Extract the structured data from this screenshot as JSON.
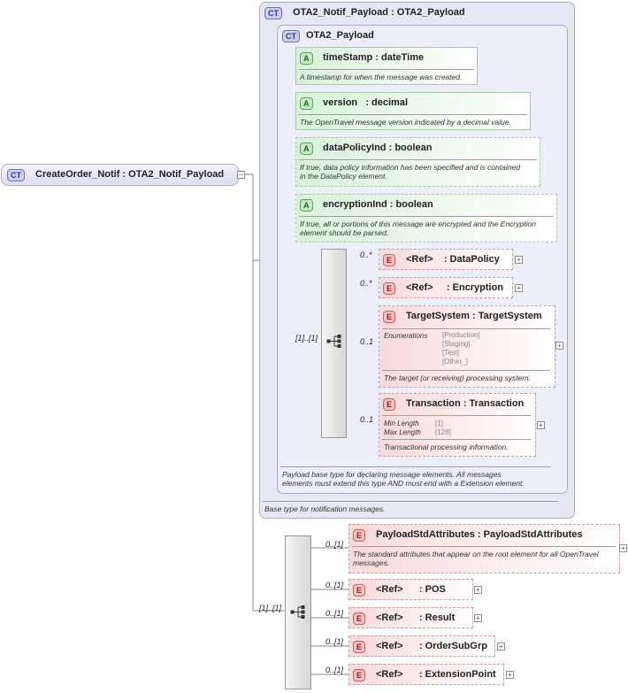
{
  "root": {
    "badge": "CT",
    "name": "CreateOrder_Notif",
    "sep": ":",
    "type": "OTA2_Notif_Payload"
  },
  "outer": {
    "badge": "CT",
    "name": "OTA2_Notif_Payload",
    "sep": ":",
    "type": "OTA2_Payload",
    "doc": "Base type for notification messages."
  },
  "inner": {
    "badge": "CT",
    "name": "OTA2_Payload",
    "doc_l1": "Payload base type for declaring message elements. All messages",
    "doc_l2": "elements must extend this type AND must end with a Extension element.",
    "seq_card": "[1]..[1]"
  },
  "attributes": [
    {
      "badge": "A",
      "name": "timeStamp",
      "sep": ":",
      "type": "dateTime",
      "doc_l1": "A timestamp for when the message was created.",
      "doc_l2": ""
    },
    {
      "badge": "A",
      "name": "version",
      "sep": ":",
      "type": "decimal",
      "doc_l1": "The OpenTravel message version indicated by a decimal value.",
      "doc_l2": ""
    },
    {
      "badge": "A",
      "name": "dataPolicyInd",
      "sep": ":",
      "type": "boolean",
      "doc_l1": "If true, data policy information has been specified and is contained",
      "doc_l2": "in the DataPolicy element."
    },
    {
      "badge": "A",
      "name": "encryptionInd",
      "sep": ":",
      "type": "boolean",
      "doc_l1": "If true, all or portions of this message are encrypted and the Encryption",
      "doc_l2": "element should be parsed."
    }
  ],
  "inner_elements": {
    "dataPolicy": {
      "badge": "E",
      "ref": "<Ref>",
      "sep": ":",
      "name": "DataPolicy",
      "card": "0..*"
    },
    "encryption": {
      "badge": "E",
      "ref": "<Ref>",
      "sep": ":",
      "name": "Encryption",
      "card": "0..*"
    },
    "targetSystem": {
      "badge": "E",
      "name": "TargetSystem",
      "sep": ":",
      "type": "TargetSystem",
      "card": "0..1",
      "enum_label": "Enumerations",
      "enums": [
        "[Production]",
        "[Staging]",
        "[Test]",
        "[Other_]"
      ],
      "doc": "The target (or receiving) processing system."
    },
    "transaction": {
      "badge": "E",
      "name": "Transaction",
      "sep": ":",
      "type": "Transaction",
      "card": "0..1",
      "min_label": "Min Length",
      "min_val": "[1]",
      "max_label": "Max Length",
      "max_val": "[128]",
      "doc": "Transactional processing information."
    }
  },
  "outer_seq": {
    "card": "[1]..[1]",
    "payloadStd": {
      "badge": "E",
      "name": "PayloadStdAttributes",
      "sep": ":",
      "type": "PayloadStdAttributes",
      "card": "0..[1]",
      "doc_l1": "The standard attributes that appear on the root element for all OpenTravel",
      "doc_l2": "messages."
    },
    "refs": [
      {
        "badge": "E",
        "ref": "<Ref>",
        "sep": ":",
        "name": "POS",
        "card": "0..[1]"
      },
      {
        "badge": "E",
        "ref": "<Ref>",
        "sep": ":",
        "name": "Result",
        "card": "0..[1]"
      },
      {
        "badge": "E",
        "ref": "<Ref>",
        "sep": ":",
        "name": "OrderSubGrp",
        "card": "0..[1]"
      },
      {
        "badge": "E",
        "ref": "<Ref>",
        "sep": ":",
        "name": "ExtensionPoint",
        "card": "0..[1]"
      }
    ]
  },
  "glyphs": {
    "plus": "+",
    "minus": "−"
  }
}
